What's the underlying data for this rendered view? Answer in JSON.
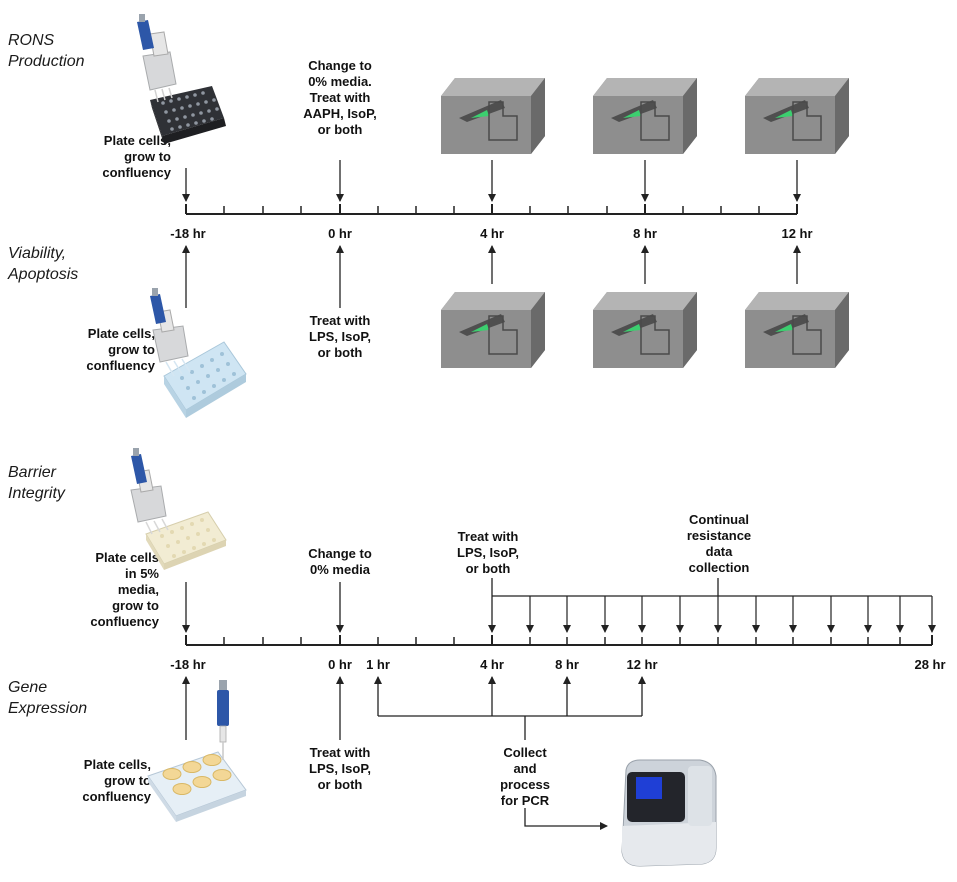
{
  "sections": {
    "rons": "RONS\nProduction",
    "viability": "Viability,\nApoptosis",
    "barrier": "Barrier\nIntegrity",
    "gene": "Gene\nExpression"
  },
  "timeline1": {
    "ticks": [
      "-18 hr",
      "0 hr",
      "4 hr",
      "8 hr",
      "12 hr"
    ],
    "top_left_note": "Plate cells,\ngrow to\nconfluency",
    "top_zero_note": "Change to\n0% media.\nTreat with\nAAPH, IsoP,\nor both",
    "bottom_left_note": "Plate cells,\ngrow to\nconfluency",
    "bottom_zero_note": "Treat with\nLPS, IsoP,\nor both"
  },
  "timeline2": {
    "ticks": [
      "-18 hr",
      "0 hr",
      "1 hr",
      "4 hr",
      "8 hr",
      "12 hr",
      "28 hr"
    ],
    "top_left_note": "Plate cells\nin 5%\nmedia,\ngrow to\nconfluency",
    "top_zero_note": "Change to\n0% media",
    "top_four_note": "Treat with\nLPS, IsoP,\nor both",
    "continual_note": "Continual\nresistance\ndata\ncollection",
    "bottom_left_note": "Plate cells,\ngrow to\nconfluency",
    "bottom_zero_note": "Treat with\nLPS, IsoP,\nor both",
    "collect_note": "Collect\nand\nprocess\nfor PCR"
  },
  "icons": {
    "pipette_plate": "pipette-plate-icon",
    "plate_reader": "plate-reader-icon",
    "pcr_machine": "pcr-machine-icon"
  },
  "colors": {
    "line": "#222222",
    "reader_body": "#8c8c8c",
    "pipette_blue": "#2d57a8",
    "pcr_screen": "#1f3fd6"
  }
}
